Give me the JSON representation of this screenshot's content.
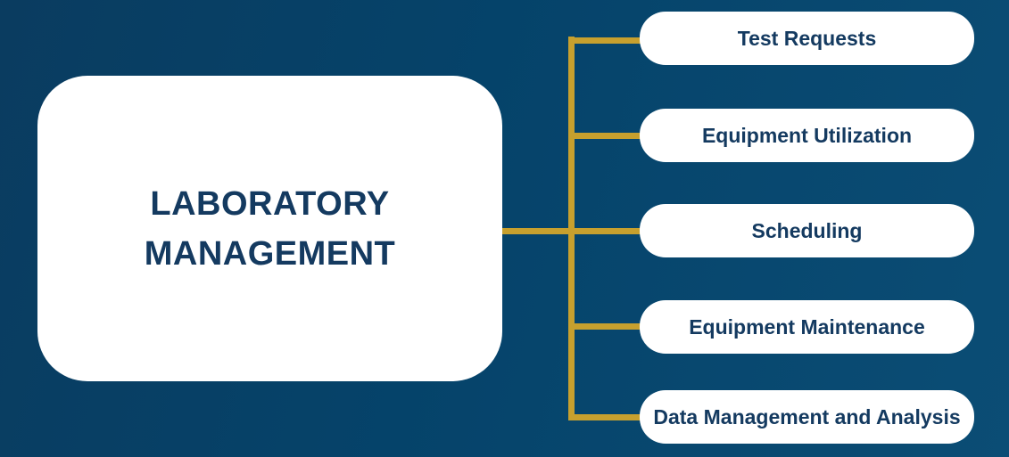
{
  "diagram": {
    "root": {
      "label": "LABORATORY MANAGEMENT"
    },
    "branches": [
      {
        "label": "Test Requests"
      },
      {
        "label": "Equipment Utilization"
      },
      {
        "label": "Scheduling"
      },
      {
        "label": "Equipment Maintenance"
      },
      {
        "label": "Data Management and Analysis"
      }
    ],
    "colors": {
      "background_start": "#0a3c60",
      "background_mid": "#05436a",
      "background_end": "#0b4d75",
      "node_fill": "#ffffff",
      "node_text": "#143a60",
      "connector": "#c7a02e"
    }
  }
}
